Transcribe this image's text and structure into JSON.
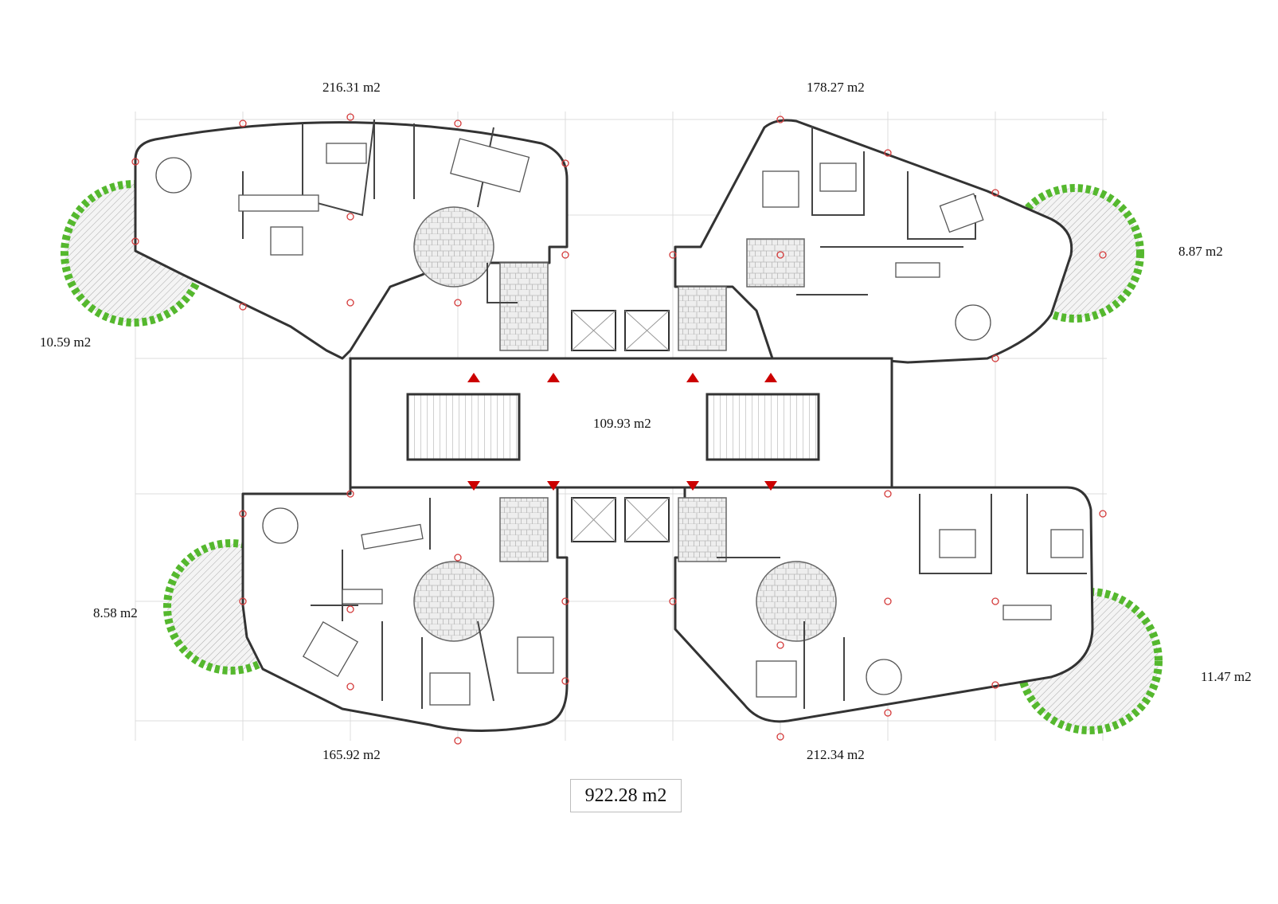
{
  "areas": {
    "unit_top_left": "216.31 m2",
    "unit_top_right": "178.27 m2",
    "unit_bottom_left": "165.92 m2",
    "unit_bottom_right": "212.34 m2",
    "core": "109.93 m2",
    "terrace_top_left": "10.59 m2",
    "terrace_top_right": "8.87 m2",
    "terrace_bottom_left": "8.58 m2",
    "terrace_bottom_right": "11.47 m2",
    "total": "922.28 m2"
  },
  "colors": {
    "wall": "#333333",
    "grid": "#d9d9d9",
    "paving": "#d6d6d6",
    "planting": "#55b82e",
    "arrow": "#cc0000",
    "column": "#d43b3b"
  }
}
